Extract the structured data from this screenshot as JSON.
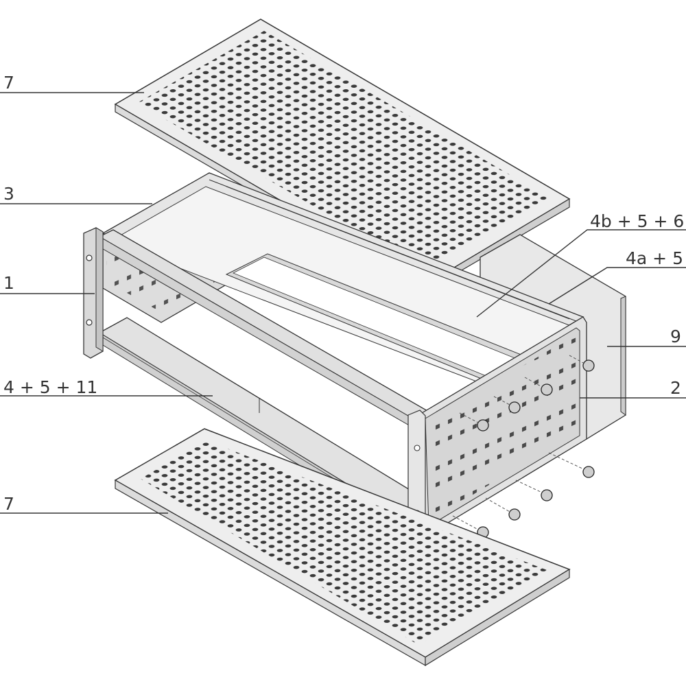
{
  "figure": {
    "type": "exploded-assembly-drawing",
    "callouts": [
      {
        "id": "top-cover",
        "label": "7"
      },
      {
        "id": "rear-frame",
        "label": "3"
      },
      {
        "id": "front-panel",
        "label": "1"
      },
      {
        "id": "lower-rails",
        "label": "4 + 5 + 11"
      },
      {
        "id": "bottom-cover",
        "label": "7"
      },
      {
        "id": "upper-rear-rails",
        "label": "4b + 5 + 6"
      },
      {
        "id": "upper-front-rails",
        "label": "4a + 5"
      },
      {
        "id": "rear-cover",
        "label": "9"
      },
      {
        "id": "side-panel",
        "label": "2"
      }
    ],
    "colors": {
      "line": "#333333",
      "panel_light": "#eeeeee",
      "panel_mid": "#dddddd",
      "panel_dark": "#cfcfcf",
      "hole": "#3a3a3a"
    }
  }
}
